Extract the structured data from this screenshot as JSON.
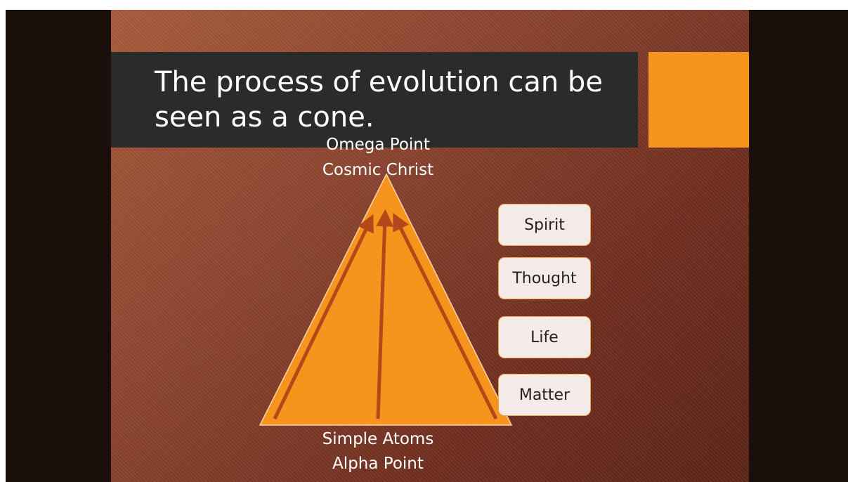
{
  "slide": {
    "title": "The process of evolution can be seen as a cone.",
    "apex_line1": "Omega Point",
    "apex_line2": "Cosmic Christ",
    "base_line1": "Simple Atoms",
    "base_line2": "Alpha Point",
    "levels": [
      "Spirit",
      "Thought",
      "Life",
      "Matter"
    ]
  },
  "colors": {
    "title_bar": "#2b2b2b",
    "accent": "#f7941d",
    "cone_fill": "#f7941d",
    "arrow": "#b5471a",
    "box_fill": "#f4ebe8",
    "box_border": "#f2a24a",
    "background": "#7a3a25"
  }
}
